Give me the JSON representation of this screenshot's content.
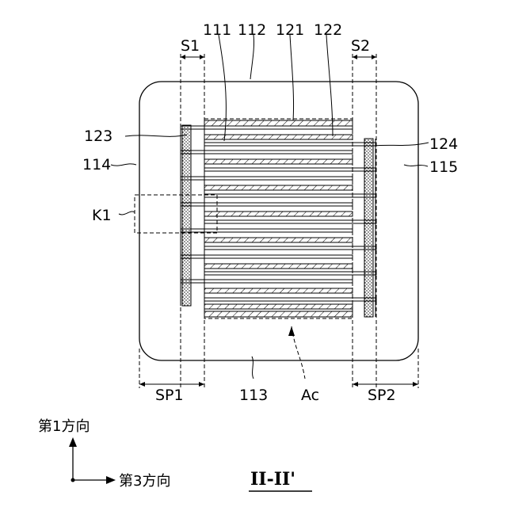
{
  "labels": {
    "l111": "111",
    "l112": "112",
    "l121": "121",
    "l122": "122",
    "s1": "S1",
    "s2": "S2",
    "l123": "123",
    "l124": "124",
    "l114": "114",
    "l115": "115",
    "k1": "K1",
    "sp1": "SP1",
    "l113": "113",
    "ac": "Ac",
    "sp2": "SP2"
  },
  "axes": {
    "dir1": "第1方向",
    "dir3": "第3方向"
  },
  "section": {
    "label": "II-II'"
  }
}
